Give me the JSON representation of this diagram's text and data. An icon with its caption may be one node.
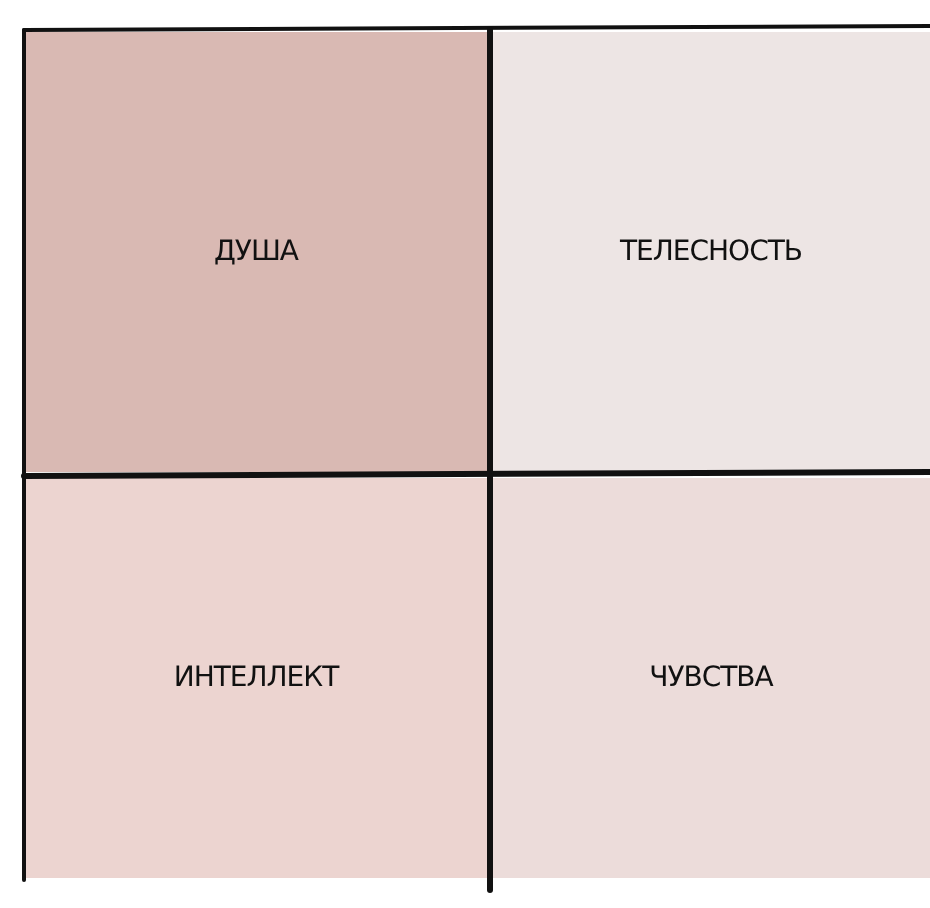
{
  "diagram": {
    "nodes": [
      {
        "text": [
          "ДУША"
        ]
      },
      {
        "text": [
          "ТЕЛЕСНОСТЬ"
        ]
      },
      {
        "text": [
          "ИНТЕЛЛЕКТ"
        ]
      },
      {
        "text": [
          "ЧУВСТВА"
        ]
      }
    ]
  }
}
